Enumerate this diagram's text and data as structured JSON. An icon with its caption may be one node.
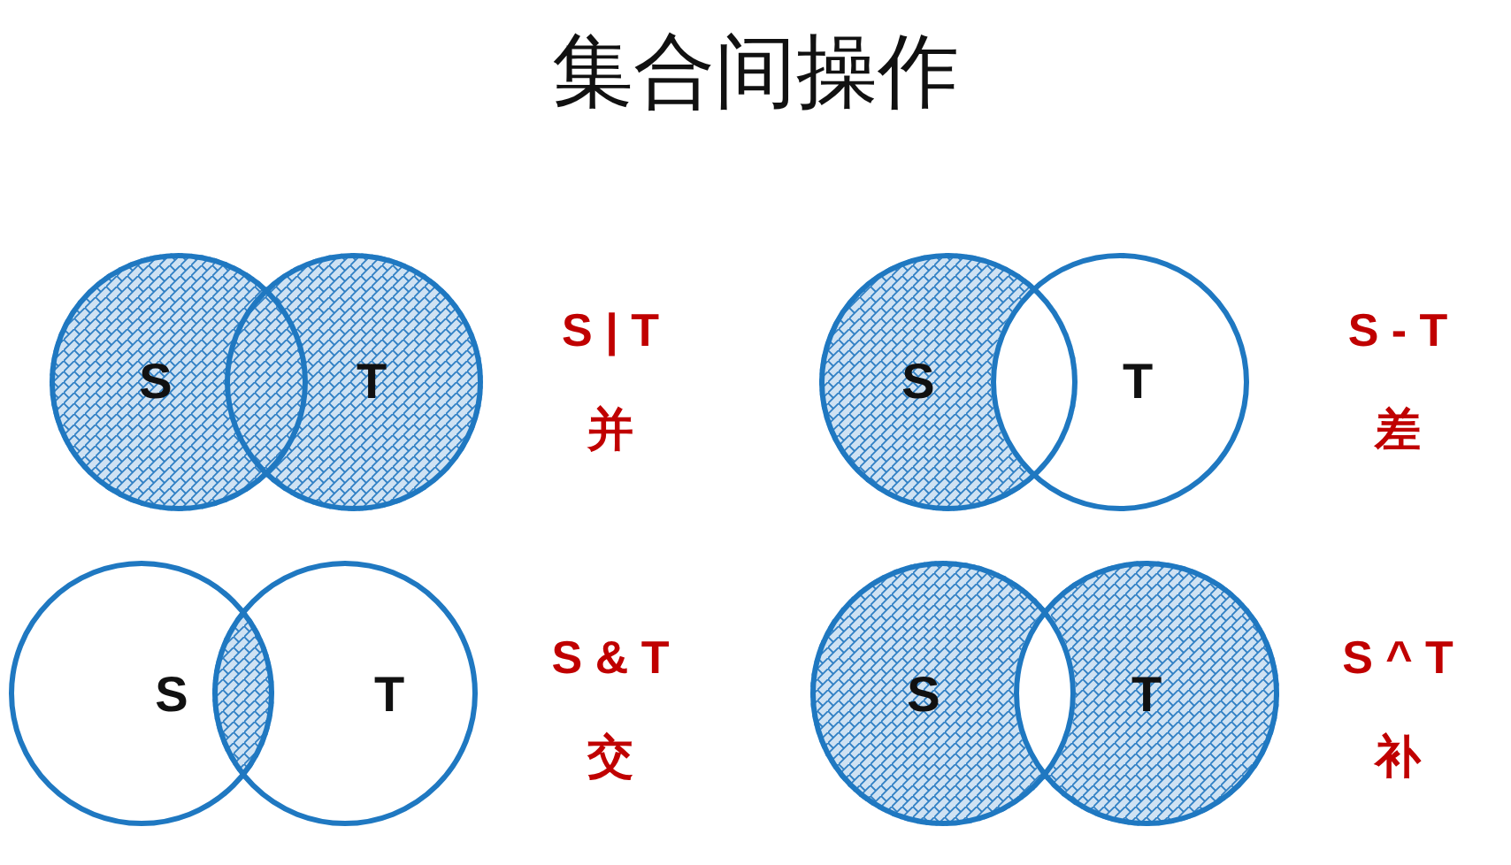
{
  "diagram": {
    "title": "集合间操作",
    "nodes": [
      {
        "text": [
          "S"
        ]
      },
      {
        "text": [
          "T"
        ]
      },
      {
        "text": [
          "S"
        ]
      },
      {
        "text": [
          "T"
        ]
      },
      {
        "text": [
          "S"
        ]
      },
      {
        "text": [
          "T"
        ]
      },
      {
        "text": [
          "S"
        ]
      },
      {
        "text": [
          "T"
        ]
      }
    ],
    "labels": [
      "S | T",
      "并",
      "S - T",
      "差",
      "S & T",
      "交",
      "S ^ T",
      "补"
    ]
  }
}
